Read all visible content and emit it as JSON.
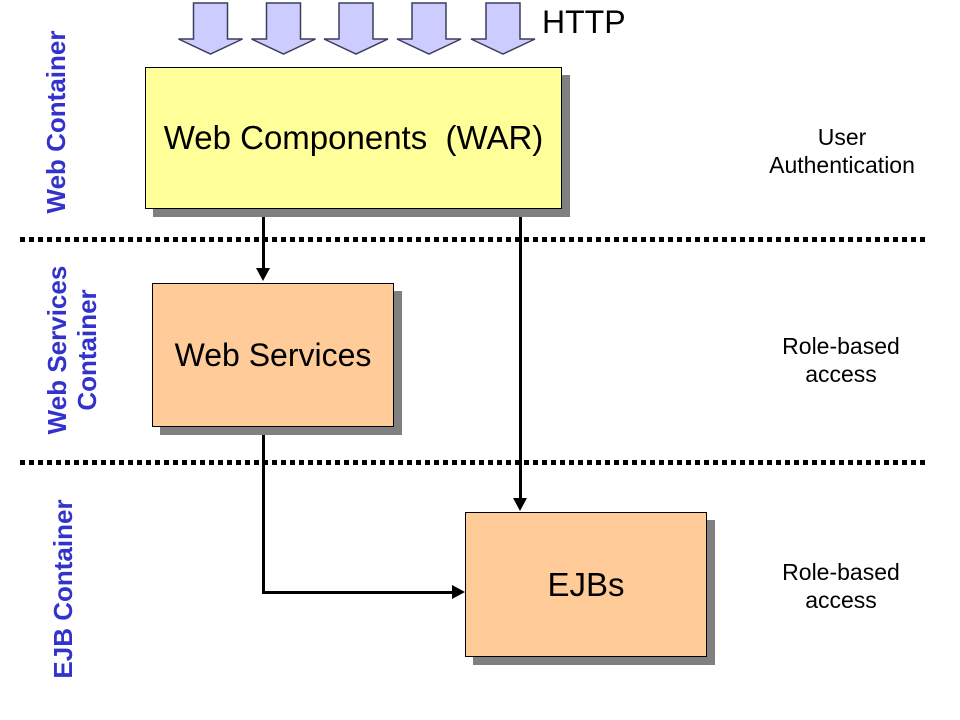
{
  "http": {
    "label": "HTTP"
  },
  "lanes": {
    "web_container": {
      "label": "Web Container"
    },
    "web_services_container": {
      "label": "Web Services Container"
    },
    "ejb_container": {
      "label": "EJB Container"
    }
  },
  "boxes": {
    "web_components": {
      "label": "Web Components  (WAR)"
    },
    "web_services": {
      "label": "Web Services"
    },
    "ejbs": {
      "label": "EJBs"
    }
  },
  "annotations": {
    "web_layer": "User Authentication",
    "services_layer": "Role-based access",
    "ejb_layer": "Role-based access"
  },
  "icons": {
    "http_request_arrow": "down-arrow",
    "connector_arrowhead": "solid-triangle"
  },
  "colors": {
    "web_components_fill": "#ffff99",
    "services_fill": "#ffcc99",
    "arrow_fill": "#ccccff",
    "arrow_border": "#3d3d5c",
    "lane_label_text": "#3333cc",
    "connector": "#000000",
    "shadow": "#808080"
  }
}
